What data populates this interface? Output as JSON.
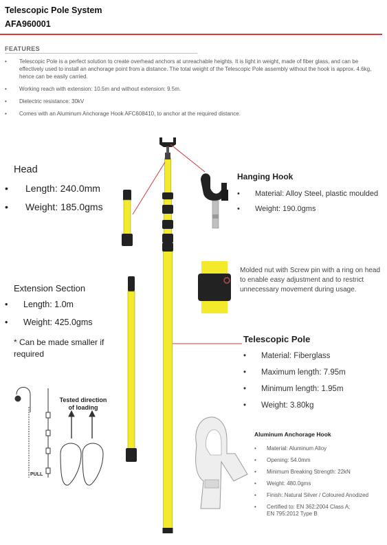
{
  "header": {
    "title": "Telescopic Pole System",
    "code": "AFA960001"
  },
  "features": {
    "heading": "FEATURES",
    "items": [
      "Telescopic Pole is a perfect solution to create overhead anchors at unreachable heights. It is light in weight, made of fiber glass, and can be effectively used to install an anchorage point from a distance. The total weight of the Telescopic Pole assembly without the hook is approx. 4.6kg, hence can be easily carried.",
      "Working reach with extension: 10.5m and without extension: 9.5m.",
      "Dielectric resistance: 30kV",
      "Comes with an Aluminum Anchorage Hook AFC608410, to anchor at the required distance."
    ]
  },
  "head": {
    "title": "Head",
    "items": [
      "Length: 240.0mm",
      "Weight: 185.0gms"
    ]
  },
  "hanging_hook": {
    "title": "Hanging Hook",
    "items": [
      "Material: Alloy Steel, plastic moulded",
      "Weight: 190.0gms"
    ]
  },
  "molded_nut": {
    "text": "Molded nut with Screw pin with a ring on head to enable easy adjustment and to restrict unnecessary movement during usage."
  },
  "extension": {
    "title": "Extension Section",
    "items": [
      "Length: 1.0m",
      "Weight: 425.0gms"
    ],
    "note": "* Can be made smaller if required"
  },
  "telescopic_pole": {
    "title": "Telescopic Pole",
    "items": [
      "Material: Fiberglass",
      "Maximum length: 7.95m",
      "Minimum length: 1.95m",
      "Weight: 3.80kg"
    ]
  },
  "diagram": {
    "direction_label": "Tested direction of loading",
    "pull_label": "PULL"
  },
  "aluminum_hook": {
    "title": "Aluminum Anchorage Hook",
    "items": [
      "Material: Aluminum Alloy",
      "Opening: 54.0mm",
      "Minimum Breaking Strength: 22kN",
      "Weight: 480.0gms",
      "Finish: Natural Silver / Coloured Anodized"
    ],
    "cert_line1": "Certified to: EN 362:2004 Class A;",
    "cert_line2": "EN 795:2012 Type B"
  },
  "colors": {
    "accent_red": "#d23b3b",
    "pole_yellow": "#f2ea2a",
    "dark": "#222222"
  }
}
